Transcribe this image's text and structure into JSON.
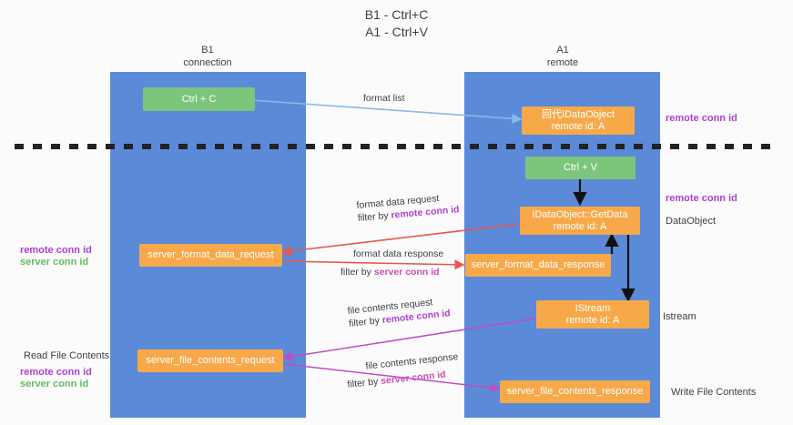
{
  "title": {
    "line1": "B1 - Ctrl+C",
    "line2": "A1 - Ctrl+V"
  },
  "columns": [
    {
      "name": "B1",
      "subtitle": "connection"
    },
    {
      "name": "A1",
      "subtitle": "remote"
    }
  ],
  "nodes": {
    "ctrl_c": {
      "label": "Ctrl + C",
      "color": "#7bc67b"
    },
    "ctrl_v": {
      "label": "Ctrl + V",
      "color": "#7bc67b"
    },
    "idataobject": {
      "label": "回代IDataObject",
      "sub": "remote id: A",
      "color": "#f7a94a"
    },
    "getdata": {
      "label": "IDataObject::GetData",
      "sub": "remote id: A",
      "color": "#f7a94a"
    },
    "istream": {
      "label": "IStream",
      "sub": "remote id: A",
      "color": "#f7a94a"
    },
    "server_format_data_request": {
      "label": "server_format_data_request",
      "color": "#f7a94a"
    },
    "server_format_data_response": {
      "label": "server_format_data_response",
      "color": "#f7a94a"
    },
    "server_file_contents_request": {
      "label": "server_file_contents_request",
      "color": "#f7a94a"
    },
    "server_file_contents_response": {
      "label": "server_file_contents_response",
      "color": "#f7a94a"
    }
  },
  "edges": {
    "format_list": {
      "label": "format list"
    },
    "format_data_request": {
      "line1": "format data request",
      "line2_prefix": "filter by ",
      "line2_highlight": "remote conn id"
    },
    "format_data_response": {
      "line1": "format data response",
      "line2_prefix": "filter by ",
      "line2_highlight": "server conn id"
    },
    "file_contents_request": {
      "line1": "file contents request",
      "line2_prefix": "filter by ",
      "line2_highlight": "remote conn id"
    },
    "file_contents_response": {
      "line1": "file contents response",
      "line2_prefix": "filter by ",
      "line2_highlight": "server conn id"
    }
  },
  "annotations": {
    "right_top_remote_conn_id": "remote conn id",
    "right_mid_remote_conn_id": "remote conn id",
    "right_dataobject": "DataObject",
    "right_istream": "Istream",
    "right_write_file_contents": "Write File Contents",
    "left_remote_conn_id": "remote conn id",
    "left_server_conn_id": "server conn id",
    "left_read_file_contents": "Read File Contents",
    "left_remote_conn_id_2": "remote conn id",
    "left_server_conn_id_2": "server conn id"
  },
  "colors": {
    "lane": "#5b8ad9",
    "green_node": "#7bc67b",
    "orange_node": "#f7a94a",
    "purple_text": "#b040d0",
    "green_text": "#63bb63",
    "magenta_text": "#cf4bb8",
    "red_arrow": "#e8574a",
    "blue_arrow": "#8ab9e8",
    "black_arrow": "#111111",
    "magenta_arrow": "#c24bc2",
    "divider": "#222222"
  }
}
